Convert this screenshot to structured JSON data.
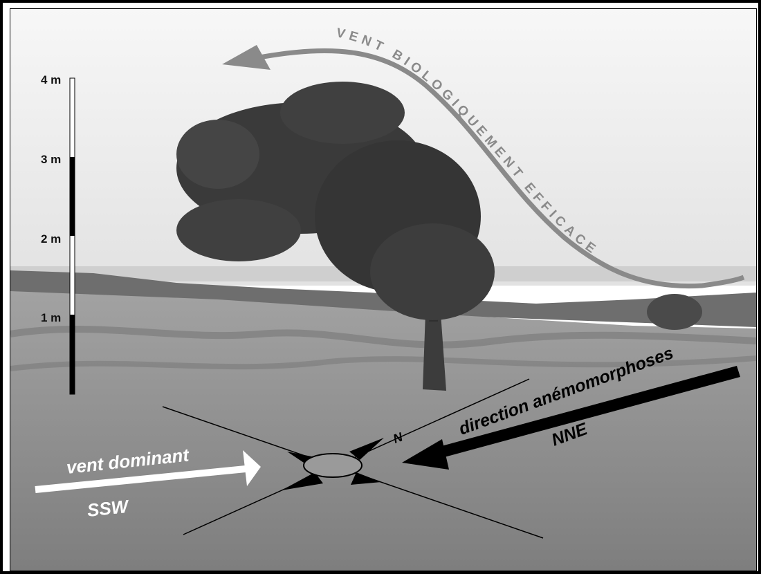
{
  "scale_bar": {
    "labels": [
      "4 m",
      "3 m",
      "2 m",
      "1 m"
    ]
  },
  "arc_label": "VENT BIOLOGIQUEMENT EFFICACE",
  "prevailing_wind": {
    "line1": "vent dominant",
    "line2": "SSW"
  },
  "anemomorphosis": {
    "line1": "direction anémomorphoses",
    "line2": "NNE"
  },
  "compass": {
    "north_letter": "N"
  },
  "colors": {
    "frame": "#000000",
    "sky": "#f2f2f2",
    "grass": "#8c8c8c",
    "arc_arrow": "#8a8a8a",
    "tree_foliage": "#3a3a3a"
  }
}
